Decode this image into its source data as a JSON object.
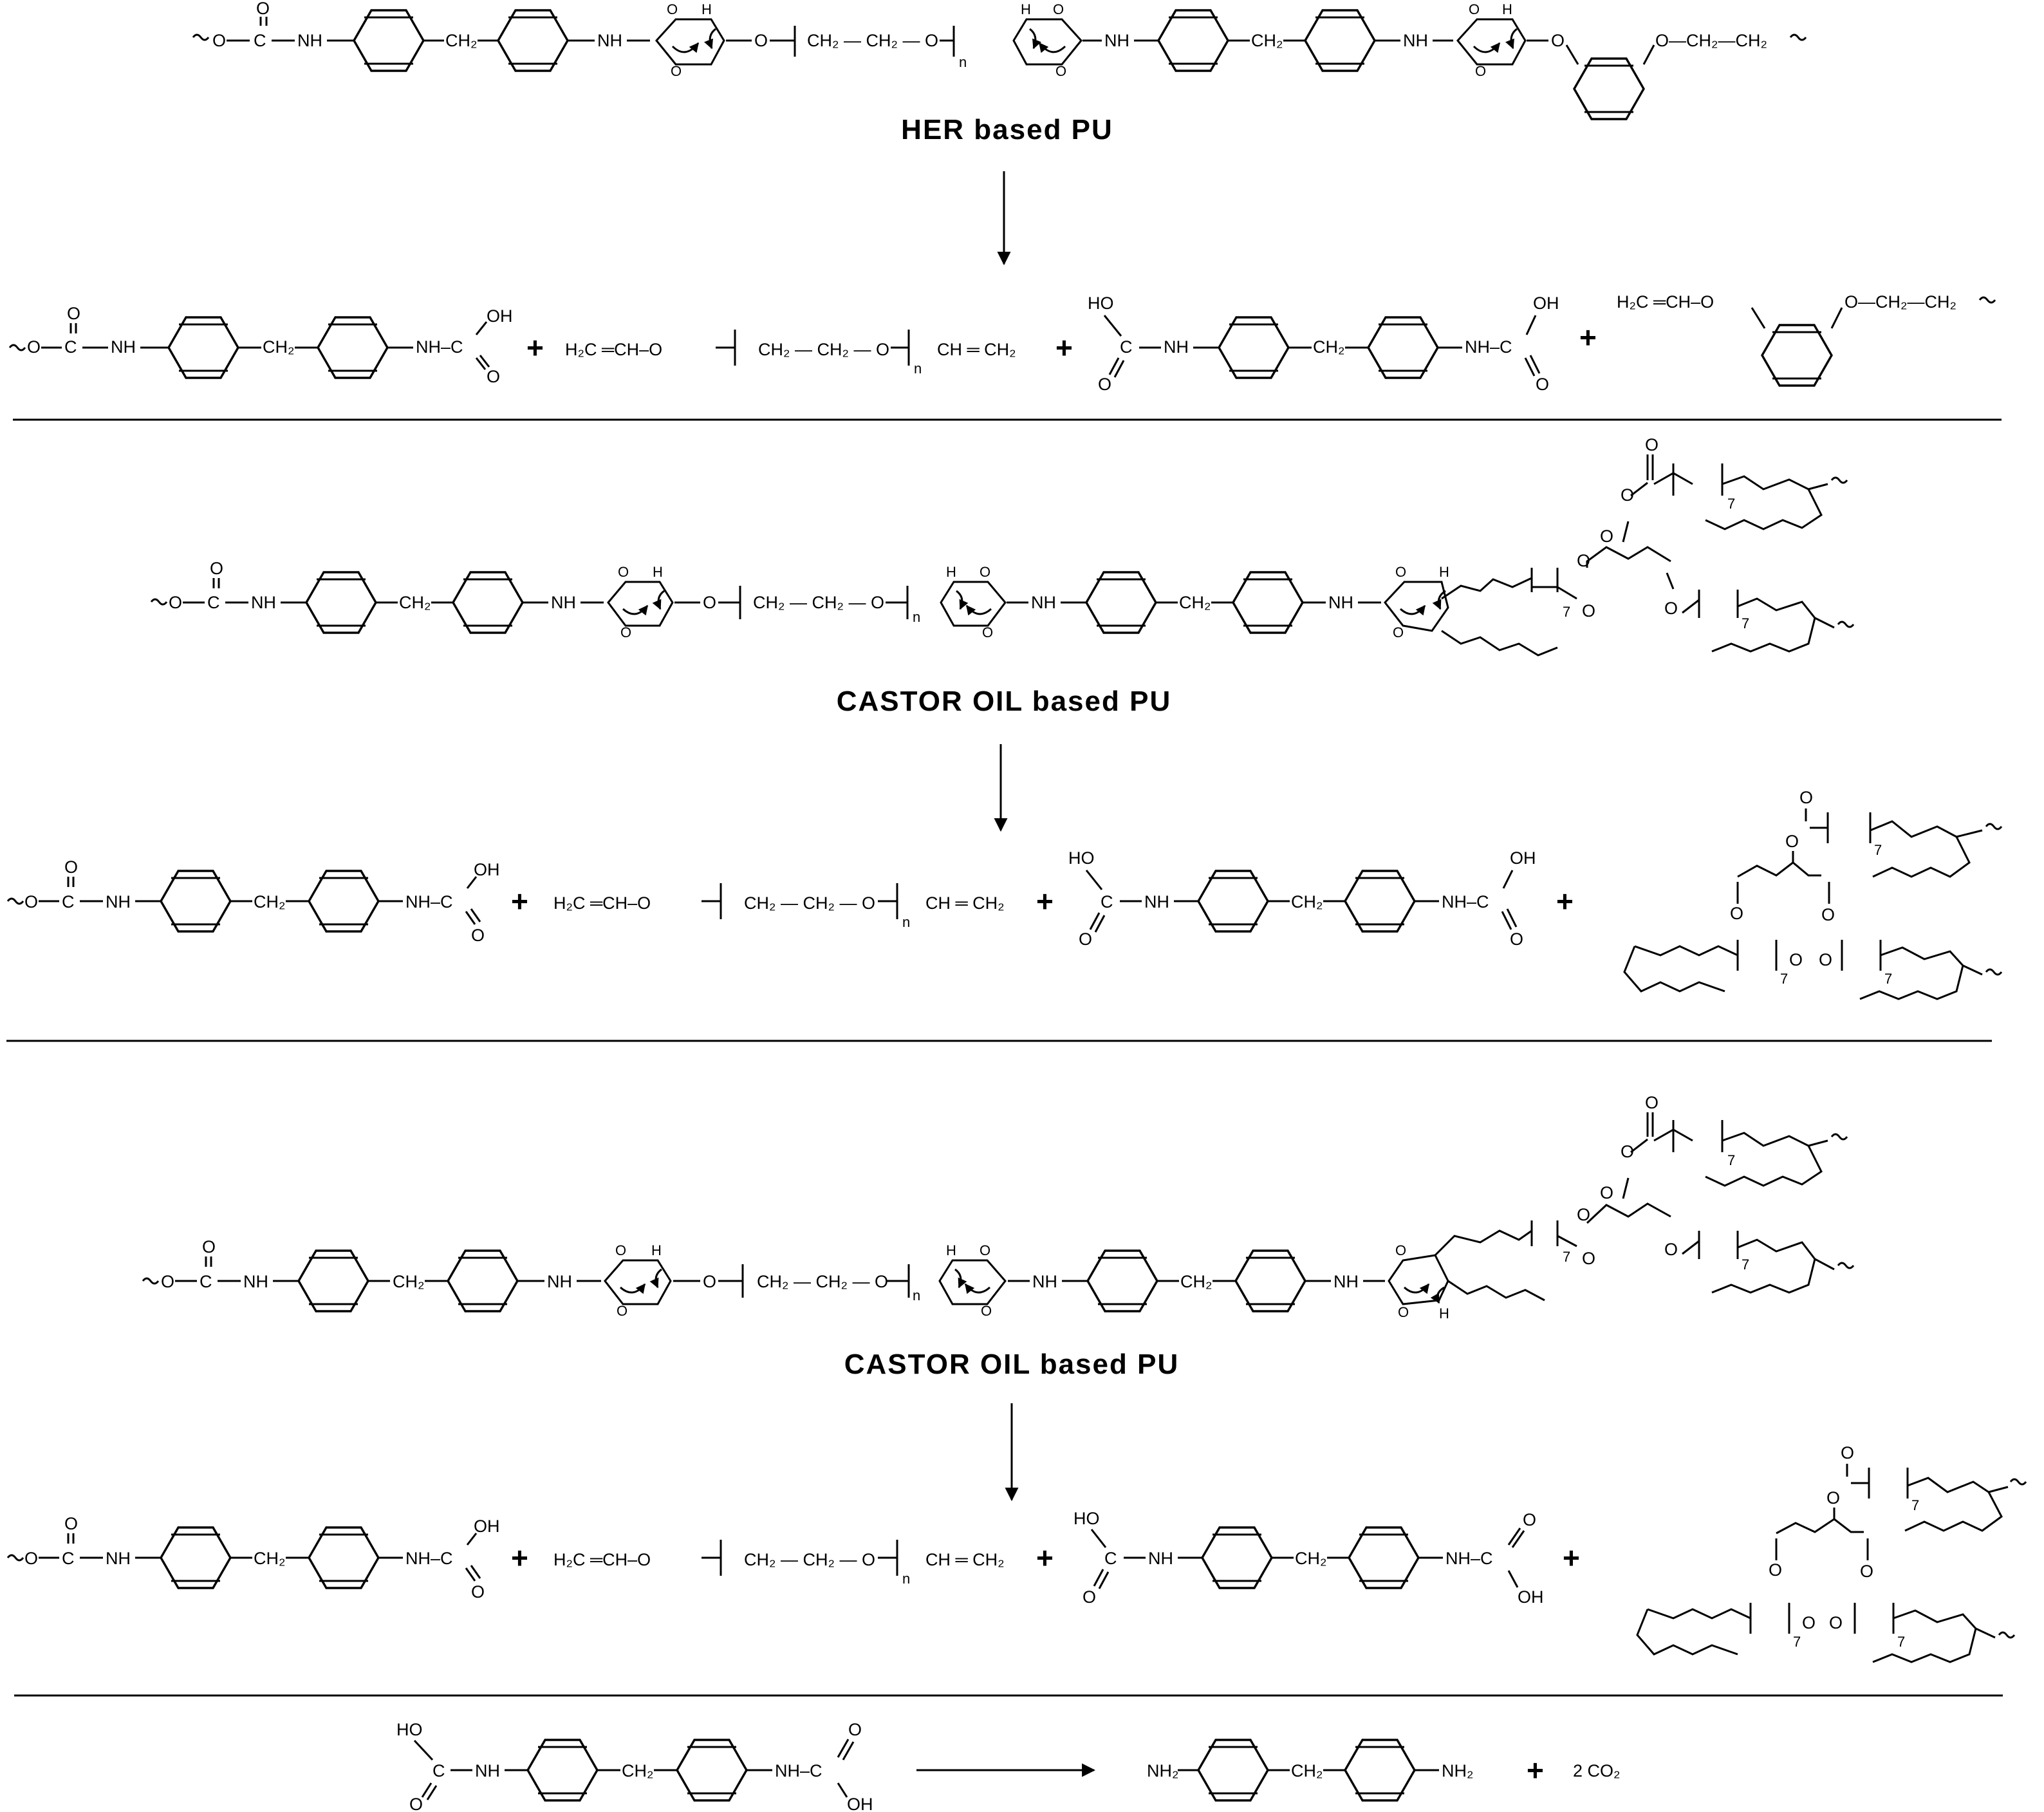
{
  "captions": {
    "her": "HER based PU",
    "castor_1": "CASTOR OIL based PU",
    "castor_2": "CASTOR OIL based PU"
  },
  "atoms": {
    "o": "O",
    "c": "C",
    "nh": "NH",
    "nh_c": "NH–C",
    "nh2": "NH₂",
    "ch2": "CH₂",
    "oh": "OH",
    "ho": "HO",
    "h": "H",
    "n": "n",
    "seven": "7",
    "vinyl": "H₂C ═CH–O",
    "ch_ch2": "CH ═ CH₂",
    "peg_unit": "CH₂ — CH₂ — O",
    "o_ch2_ch2": "O—CH₂—CH₂",
    "co2": "2 CO₂"
  },
  "symbols": {
    "plus": "+"
  }
}
